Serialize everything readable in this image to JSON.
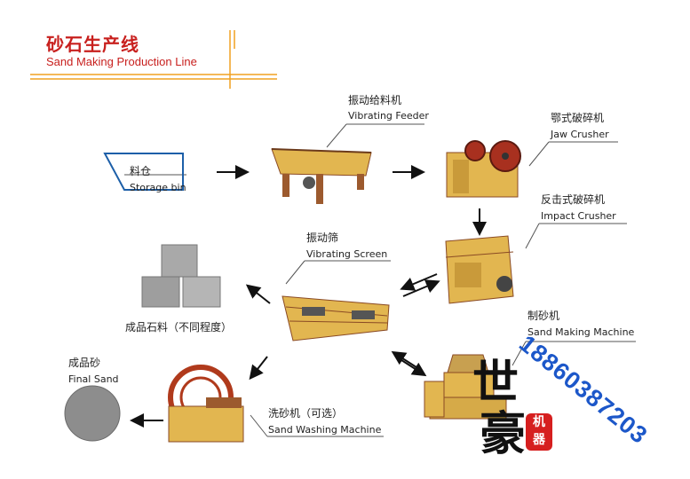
{
  "header": {
    "title_cn": "砂石生产线",
    "title_en": "Sand Making Production Line"
  },
  "nodes": {
    "vibrating_feeder": {
      "cn": "振动给料机",
      "en": "Vibrating Feeder"
    },
    "jaw_crusher": {
      "cn": "鄂式破碎机",
      "en": "Jaw Crusher"
    },
    "storage_bin": {
      "cn": "料仓",
      "en": "Storage bin"
    },
    "impact_crusher": {
      "cn": "反击式破碎机",
      "en": "Impact Crusher"
    },
    "vibrating_screen": {
      "cn": "振动筛",
      "en": "Vibrating Screen"
    },
    "finished_stone": {
      "cn": "成品石料（不同程度）"
    },
    "sand_making_machine": {
      "cn": "制砂机",
      "en": "Sand Making Machine"
    },
    "final_sand": {
      "cn": "成品砂",
      "en": "Final Sand"
    },
    "sand_washing_machine": {
      "cn": "洗砂机（可选）",
      "en": "Sand Washing Machine"
    }
  },
  "watermark": {
    "phone": "18860387203",
    "brand_top": "世",
    "brand_bottom": "豪",
    "seal_top": "机",
    "seal_bottom": "器"
  },
  "colors": {
    "title_red": "#c8201e",
    "accent_orange": "#f0a020",
    "machine_yellow": "#e2b650",
    "machine_dark": "#8a4a24",
    "phone_blue": "#1c57c9"
  }
}
